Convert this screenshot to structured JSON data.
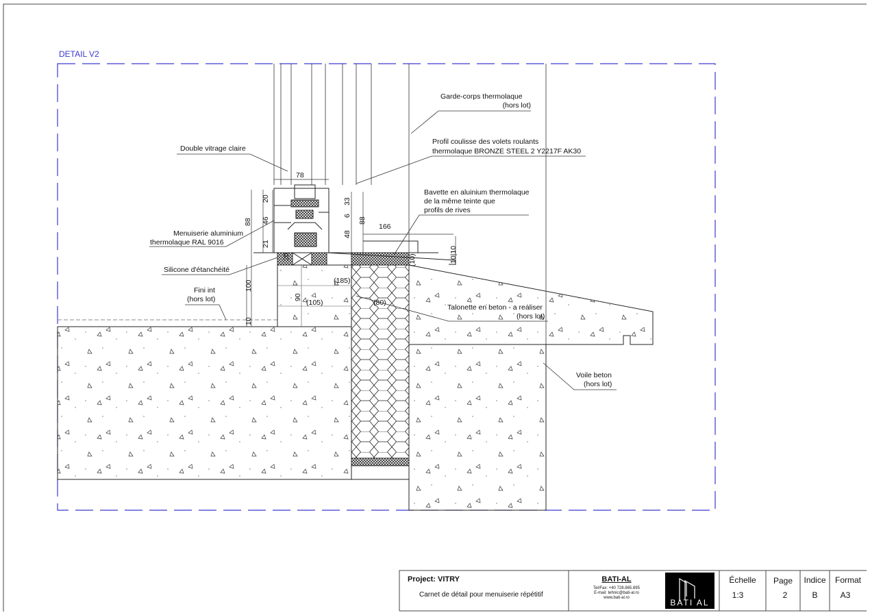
{
  "detail_title": "DETAIL V2",
  "colors": {
    "frame": "#3a3ad0",
    "line": "#222222"
  },
  "labels": {
    "garde_corps": [
      "Garde-corps thermolaque",
      "(hors lot)"
    ],
    "profil": [
      "Profil coulisse des volets roulants",
      "thermolaque BRONZE STEEL 2 Y2217F AK30"
    ],
    "double_vitrage": "Double vitrage claire",
    "bavette": [
      "Bavette en aluinium thermolaque",
      "de la même teinte que",
      "profils de rives"
    ],
    "menuiserie": [
      "Menuiserie aluminium",
      "thermolaque RAL 9016"
    ],
    "silicone": "Silicone d'étanchéité",
    "fini_int": [
      "Fini int",
      "(hors lot)"
    ],
    "talonette": [
      "Talonette en beton - a realiser",
      "(hors lot)"
    ],
    "voile": [
      "Voile beton",
      "(hors lot)"
    ]
  },
  "dimensions": {
    "d78": "78",
    "d20": "20",
    "d88a": "88",
    "d46": "46",
    "d21": "21",
    "d33": "33",
    "d6": "6",
    "d88b": "88",
    "d48": "48",
    "d166": "166",
    "d100": "100",
    "d10a": "10",
    "d90": "90",
    "d185": "(185)",
    "d105": "(105)",
    "d80": "(80)",
    "d10b": "(10)",
    "d1010": "10|10",
    "d20b": "20"
  },
  "title_block": {
    "project_label": "Project:",
    "project_name": "VITRY",
    "description": "Carnet de détail pour menuiserie répétitif",
    "company": "BATI-AL",
    "tel": "Tel/Fax: +40 728.865.895",
    "email": "E-mail: tehnic@bati-al.ro",
    "web": "www.bati-al.ro",
    "logo_text": "BATI AL",
    "echelle_label": "Échelle",
    "echelle": "1:3",
    "page_label": "Page",
    "page": "2",
    "indice_label": "Indice",
    "indice": "B",
    "format_label": "Format",
    "format": "A3"
  }
}
